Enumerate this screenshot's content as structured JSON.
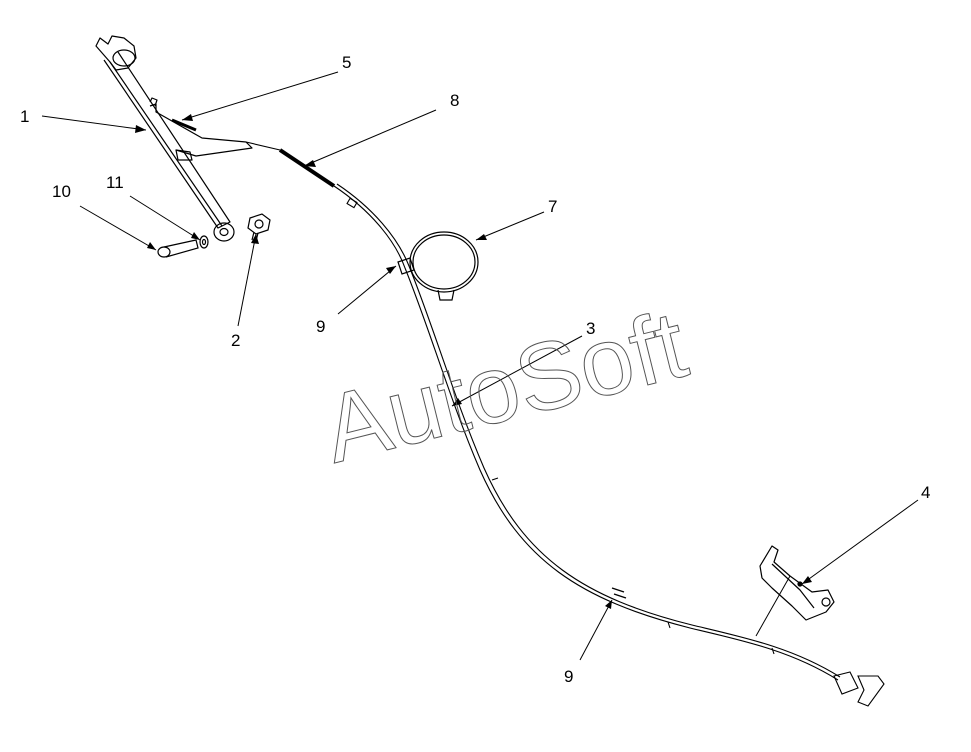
{
  "callouts": [
    "1",
    "2",
    "3",
    "4",
    "5",
    "7",
    "8",
    "9",
    "9",
    "10",
    "11"
  ],
  "watermark": {
    "text": "AutoSoft"
  },
  "colors": {
    "line": "#000000",
    "watermark_stroke": "#555555",
    "background": "#ffffff"
  }
}
